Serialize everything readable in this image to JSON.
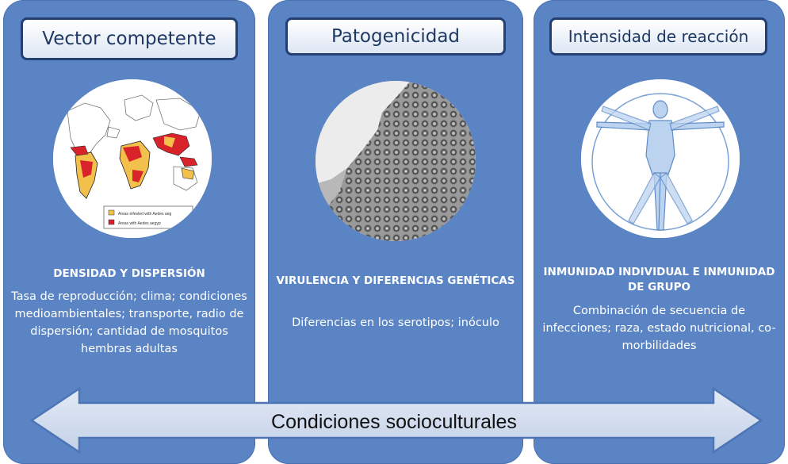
{
  "columns": [
    {
      "title": "Vector competente",
      "heading": "DENSIDAD Y DISPERSIÓN",
      "body": "Tasa de reproducción; clima; condiciones medioambientales; transporte, radio de dispersión; cantidad de mosquitos hembras adultas",
      "image": "world-map-aedes",
      "legend": [
        "Areas infested with Aedes aeg",
        "Areas with Aedes aegyp"
      ],
      "legend_colors": [
        "#f3c14b",
        "#d9232a"
      ]
    },
    {
      "title": "Patogenicidad",
      "heading": "VIRULENCIA Y DIFERENCIAS GENÉTICAS",
      "body": "Diferencias en los serotipos; inóculo",
      "image": "virus-micrograph"
    },
    {
      "title": "Intensidad de reacción",
      "heading": "INMUNIDAD INDIVIDUAL E INMUNIDAD DE GRUPO",
      "body": "Combinación de secuencia de infecciones; raza, estado nutricional, co-morbilidades",
      "image": "vitruvian-man"
    }
  ],
  "arrow": {
    "label": "Condiciones socioculturales"
  },
  "colors": {
    "panel": "#5b84c4",
    "title_border": "#233f74",
    "title_text": "#1f3864",
    "arrow_fill": "#c9d6ea",
    "arrow_stroke": "#4d74b4"
  }
}
